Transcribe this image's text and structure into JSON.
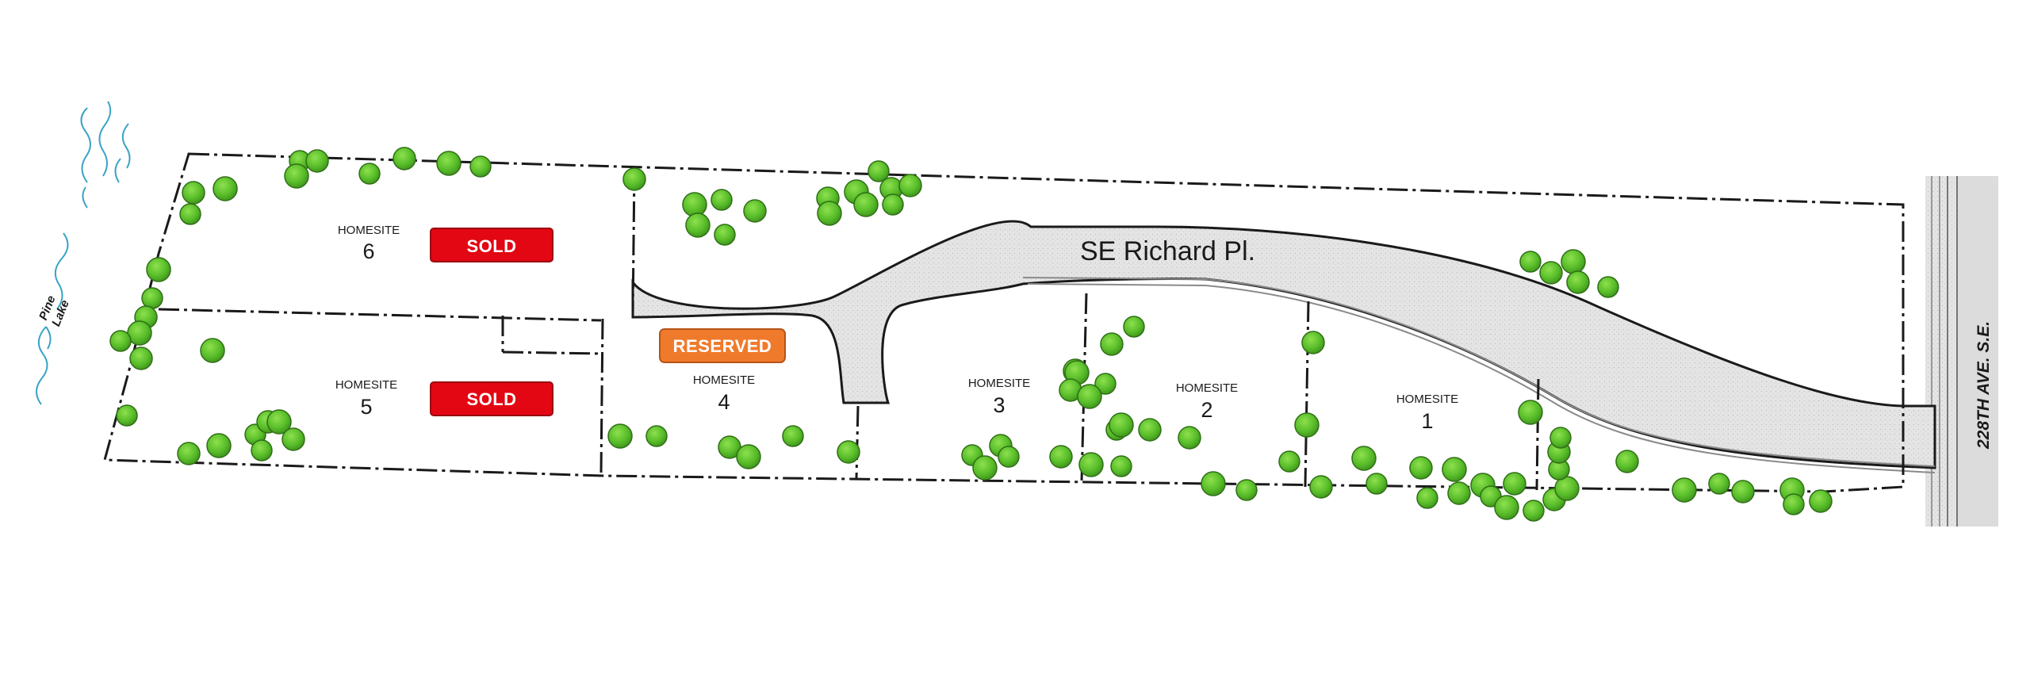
{
  "map": {
    "street_name": "SE Richard Pl.",
    "avenue_name": "228TH AVE. S.E.",
    "lake_name_line1": "Pine",
    "lake_name_line2": "Lake"
  },
  "homesites": [
    {
      "label": "HOMESITE",
      "number": "1",
      "status": ""
    },
    {
      "label": "HOMESITE",
      "number": "2",
      "status": ""
    },
    {
      "label": "HOMESITE",
      "number": "3",
      "status": ""
    },
    {
      "label": "HOMESITE",
      "number": "4",
      "status": "RESERVED"
    },
    {
      "label": "HOMESITE",
      "number": "5",
      "status": "SOLD"
    },
    {
      "label": "HOMESITE",
      "number": "6",
      "status": "SOLD"
    }
  ],
  "colors": {
    "sold": "#e30613",
    "reserved": "#f07a2b",
    "tree": "#5ec12e",
    "road": "#e3e3e3",
    "boundary": "#1a1a1a",
    "water": "#3aa3c4"
  }
}
